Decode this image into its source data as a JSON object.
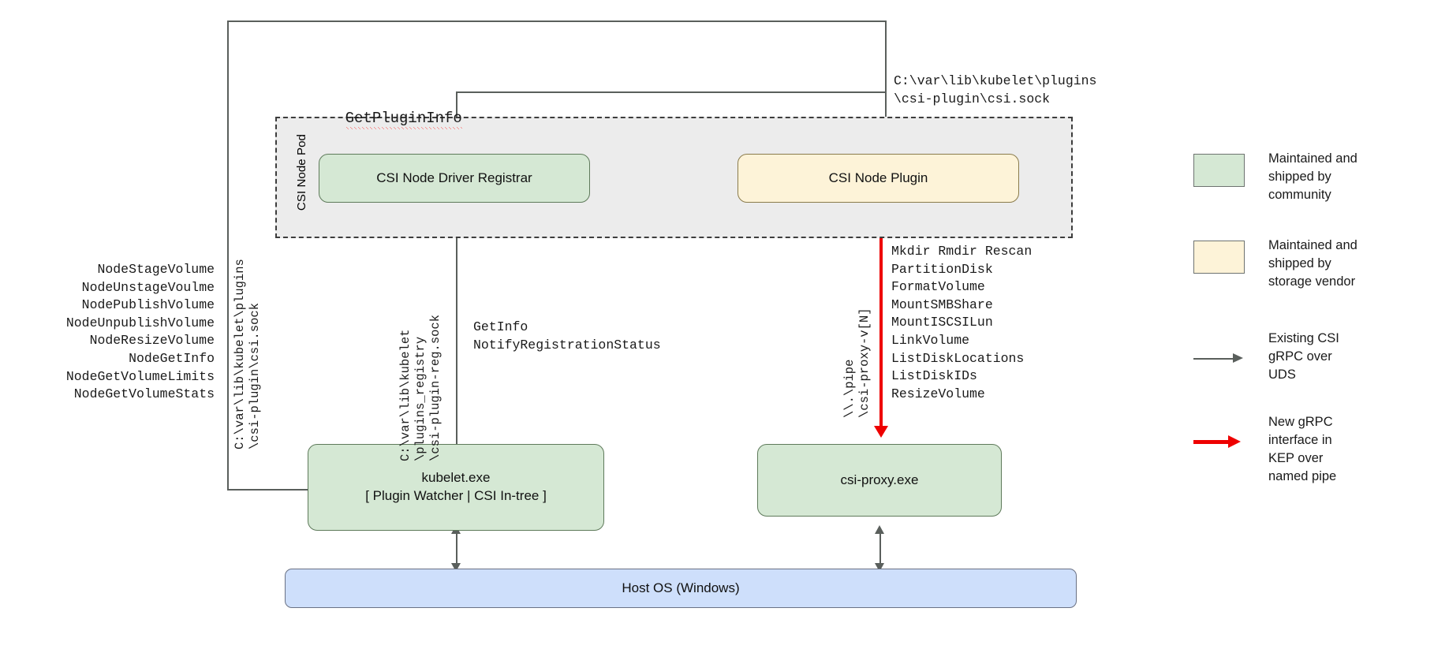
{
  "diagram": {
    "title": "CSI Proxy architecture on Windows",
    "pod": {
      "label": "CSI Node Pod"
    },
    "nodes": {
      "registrar": {
        "label": "CSI Node Driver Registrar"
      },
      "node_plugin": {
        "label": "CSI Node Plugin"
      },
      "kubelet": {
        "line1": "kubelet.exe",
        "line2": "[ Plugin Watcher | CSI In-tree ]"
      },
      "csi_proxy": {
        "label": "csi-proxy.exe"
      },
      "host_os": {
        "label": "Host OS (Windows)"
      }
    },
    "labels": {
      "get_plugin_info": "GetPluginInfo",
      "plugin_socket_path": "C:\\var\\lib\\kubelet\\plugins\n\\csi-plugin\\csi.sock",
      "csi_node_rpcs": "NodeStageVolume\nNodeUnstageVoulme\nNodePublishVolume\nNodeUnpublishVolume\nNodeResizeVolume\nNodeGetInfo\nNodeGetVolumeLimits\nNodeGetVolumeStats",
      "kubelet_csi_sock_vertical": "C:\\var\\lib\\kubelet\\plugins\n\\csi-plugin\\csi.sock",
      "registry_sock_vertical": "C:\\var\\lib\\kubelet\n\\plugins_registry\n\\csi-plugin-reg.sock",
      "registration_rpcs": "GetInfo\nNotifyRegistrationStatus",
      "named_pipe_vertical": "\\\\.\\pipe\n\\csi-proxy-v[N]",
      "csi_proxy_rpcs": "Mkdir Rmdir Rescan\nPartitionDisk\nFormatVolume\nMountSMBShare\nMountISCSILun\nLinkVolume\nListDiskLocations\nListDiskIDs\nResizeVolume"
    },
    "legend": {
      "items": [
        {
          "kind": "swatch-green",
          "text": "Maintained and\nshipped by\ncommunity"
        },
        {
          "kind": "swatch-yellow",
          "text": "Maintained and\nshipped by\nstorage vendor"
        },
        {
          "kind": "arrow-gray",
          "text": "Existing CSI\ngRPC over\nUDS"
        },
        {
          "kind": "arrow-red",
          "text": "New gRPC\ninterface in\nKEP over\nnamed pipe"
        }
      ]
    },
    "colors": {
      "community_fill": "#d5e8d4",
      "vendor_fill": "#fdf3d8",
      "host_fill": "#cedffb",
      "pod_fill": "#ececec",
      "edge_gray": "#5a5f5c",
      "edge_red": "#ee0000"
    }
  }
}
